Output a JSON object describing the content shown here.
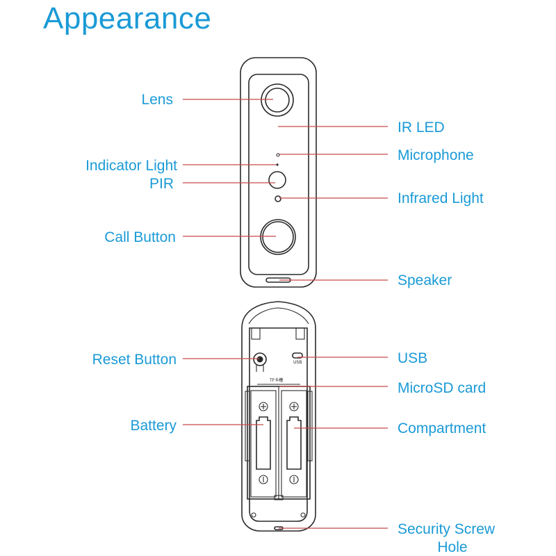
{
  "title": "Appearance",
  "labels": {
    "lens": "Lens",
    "ir_led": "IR LED",
    "microphone": "Microphone",
    "indicator_light": "Indicator Light",
    "pir": "PIR",
    "infrared_light": "Infrared Light",
    "call_button": "Call Button",
    "speaker": "Speaker",
    "reset_button": "Reset Button",
    "usb": "USB",
    "microsd_card": "MicroSD card",
    "battery": "Battery",
    "compartment": "Compartment",
    "security_screw_hole_line1": "Security Screw",
    "security_screw_hole_line2": "Hole"
  },
  "device_markings": {
    "usb_port": "USB",
    "tf_slot": "TF卡槽"
  },
  "colors": {
    "label_text": "#1a9ad6",
    "leader_line": "#c8494b",
    "outline": "#2a2a2a"
  }
}
